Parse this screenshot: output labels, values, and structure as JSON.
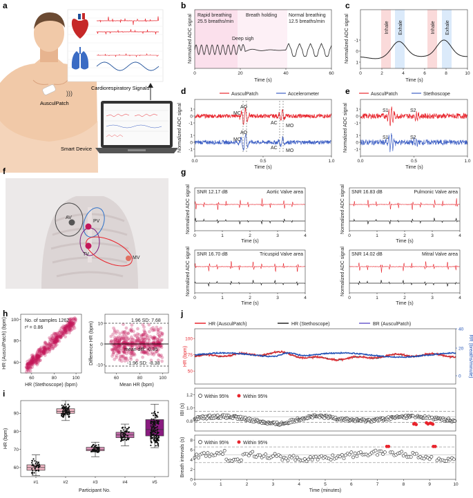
{
  "panels": {
    "a": {
      "label": "a",
      "device": "AusculPatch",
      "smart": "Smart Device",
      "signals": "Cardiorespiratory Signals"
    },
    "b": {
      "label": "b",
      "ylabel": "Normalized ADC signal",
      "xlabel": "Time (s)",
      "xticks": [
        "0",
        "20",
        "40",
        "60"
      ],
      "seg1": "Rapid breathing",
      "seg1b": "25.5 breaths/min",
      "seg2": "Breath holding",
      "seg3": "Normal breathing",
      "seg3b": "12.5 breaths/min",
      "sigh": "Deep sigh"
    },
    "c": {
      "label": "c",
      "ylabel": "Normalized ADC signal",
      "xlabel": "Time (s)",
      "xticks": [
        "0",
        "2",
        "4",
        "6",
        "8",
        "10"
      ],
      "yticks": [
        "-1",
        "0",
        "1"
      ],
      "inh": "Inhale",
      "exh": "Exhale"
    },
    "d": {
      "label": "d",
      "ylabel": "Normalized ADC signal",
      "xlabel": "Time (s)",
      "xticks": [
        "0.0",
        "0.5",
        "1.0"
      ],
      "yticks": [
        "-1",
        "0",
        "1",
        "-1",
        "0",
        "1"
      ],
      "leg1": "AusculPatch",
      "leg2": "Accelerometer",
      "mc": "MC",
      "ao": "AO",
      "ac": "AC",
      "mo": "MO"
    },
    "e": {
      "label": "e",
      "ylabel": "Normalized ADC signal",
      "xlabel": "Time (s)",
      "xticks": [
        "0.0",
        "0.5",
        "1.0"
      ],
      "yticks": [
        "-1",
        "0",
        "1",
        "-1",
        "0",
        "1"
      ],
      "leg1": "AusculPatch",
      "leg2": "Stethoscope",
      "s1": "S1",
      "s2": "S2"
    },
    "f": {
      "label": "f",
      "av": "AV",
      "pv": "PV",
      "tv": "TV",
      "mv": "MV"
    },
    "g": {
      "label": "g",
      "ylabel": "Normalized ADC signal",
      "xlabel": "Time (s)",
      "xticks": [
        "0",
        "1",
        "2",
        "3",
        "4"
      ],
      "sub": [
        {
          "snr": "SNR 12.17 dB",
          "area": "Aortic Valve area"
        },
        {
          "snr": "SNR 16.83 dB",
          "area": "Pulmonic Valve area"
        },
        {
          "snr": "SNR 16.70 dB",
          "area": "Tricuspid Valve area"
        },
        {
          "snr": "SNR 14.02 dB",
          "area": "Mitral Valve area"
        }
      ]
    },
    "h": {
      "label": "h",
      "ylabel1": "HR (AusculPatch) (bpm)",
      "xlabel1": "HR (Stethoscope) (bpm)",
      "samples": "No. of samples 1262",
      "r2": "r² = 0.86",
      "ticks1": [
        "60",
        "80",
        "100"
      ],
      "xt1": [
        "60",
        "80",
        "100"
      ],
      "ylabel2": "Difference HR (bpm)",
      "xlabel2": "Mean HR (bpm)",
      "yt2": [
        "-10",
        "0",
        "10"
      ],
      "xt2": [
        "60",
        "80",
        "100"
      ],
      "up": "1.96 SD: 7.68",
      "mean": "mean diff: -0.35",
      "lo": "-1.96 SD: -8.38"
    },
    "i": {
      "label": "i",
      "ylabel": "HR (bpm)",
      "xlabel": "Participant No.",
      "yticks": [
        "60",
        "70",
        "80",
        "90"
      ],
      "cats": [
        "#1",
        "#2",
        "#3",
        "#4",
        "#5"
      ]
    },
    "j": {
      "label": "j",
      "leg1": "HR (AusculPatch)",
      "leg2": "HR (Stethoscope)",
      "leg3": "BR (AusculPatch)",
      "hr_label": "HR (bpm)",
      "rr_label": "RR (breaths/minute)",
      "hr_ticks": [
        "50",
        "75",
        "100"
      ],
      "rr_ticks": [
        "0",
        "20",
        "40"
      ],
      "ibi_label": "IBI (s)",
      "ibi_ticks": [
        "0.8",
        "1.0",
        "1.2"
      ],
      "w1": "Within 95%",
      "w2": "Within 95%",
      "br_label": "Breath intervals (s)",
      "br_ticks": [
        "0",
        "2",
        "4",
        "6",
        "8"
      ],
      "xlabel": "Time (minutes)",
      "xticks": [
        "0",
        "1",
        "2",
        "3",
        "4",
        "5",
        "6",
        "7",
        "8",
        "9",
        "10"
      ]
    }
  },
  "colors": {
    "red": "#e8242c",
    "blue": "#3d5fc4",
    "pink": "#c2185b",
    "purple": "#7a1a7a",
    "gray": "#555555"
  }
}
